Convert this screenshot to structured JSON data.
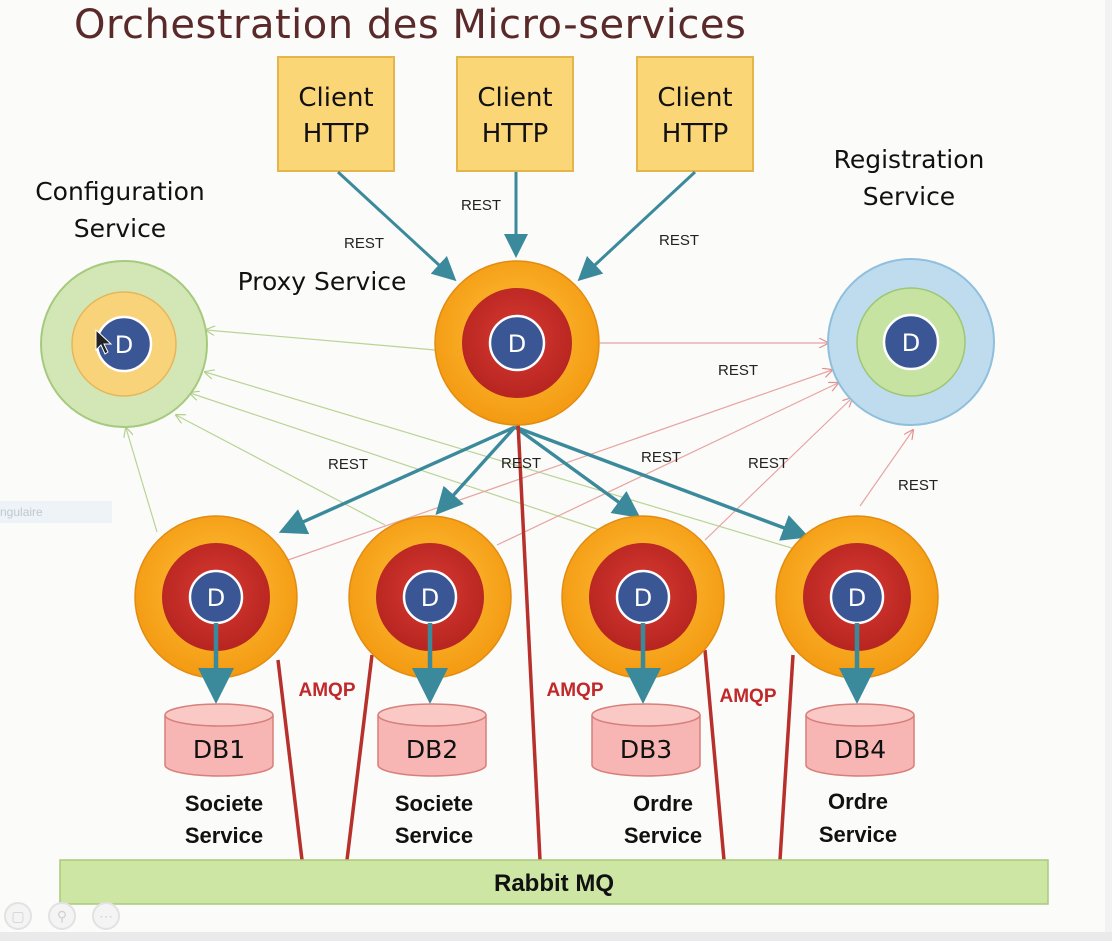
{
  "title": "Orchestration des Micro-services",
  "clients": [
    "Client",
    "HTTP"
  ],
  "rest_label": "REST",
  "amqp_label": "AMQP",
  "proxy_label": "Proxy Service",
  "configuration": {
    "line1": "Configuration",
    "line2": "Service"
  },
  "registration": {
    "line1": "Registration",
    "line2": "Service"
  },
  "node_letter": "D",
  "databases": [
    "DB1",
    "DB2",
    "DB3",
    "DB4"
  ],
  "services": [
    {
      "line1": "Societe",
      "line2": "Service"
    },
    {
      "line1": "Societe",
      "line2": "Service"
    },
    {
      "line1": "Ordre",
      "line2": "Service"
    },
    {
      "line1": "Ordre",
      "line2": "Service"
    }
  ],
  "bus_label": "Rabbit MQ",
  "ghost_text": "ngulaire",
  "colors": {
    "client_fill": "#fbd677",
    "client_stroke": "#e3b54a",
    "orange": "#f7a51c",
    "red": "#c5302b",
    "blue_d": "#3b5694",
    "teal_arrow": "#3b8a9c",
    "amqp_line": "#b7302c",
    "config_outer": "#d3e7b6",
    "config_inner": "#f9d37a",
    "registry_outer": "#bfdcef",
    "registry_inner": "#c7e3a2",
    "db_fill": "#f7b6b3",
    "bus_fill": "#cde6a4"
  }
}
